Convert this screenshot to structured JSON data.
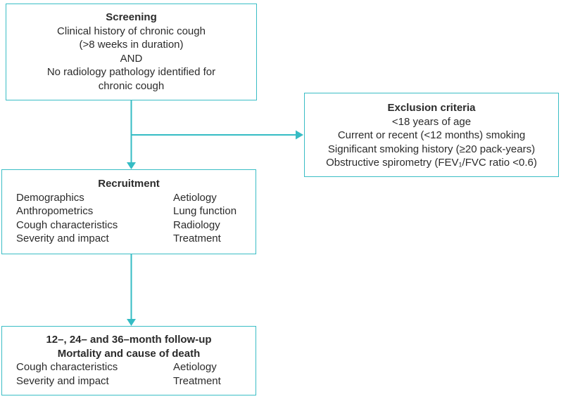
{
  "colors": {
    "box_border": "#3abdc5",
    "arrow": "#35bcc4",
    "text": "#2b2b2b",
    "background": "#ffffff"
  },
  "flowchart": {
    "screening": {
      "title": "Screening",
      "lines": [
        "Clinical history of chronic cough",
        "(>8 weeks in duration)",
        "AND",
        "No radiology pathology identified for",
        "chronic cough"
      ]
    },
    "exclusion": {
      "title": "Exclusion criteria",
      "lines": [
        "<18 years of age",
        "Current or recent (<12 months) smoking",
        "Significant smoking history (≥20 pack-years)",
        "Obstructive spirometry (FEV₁/FVC ratio <0.6)"
      ]
    },
    "recruitment": {
      "title": "Recruitment",
      "left_column": [
        "Demographics",
        "Anthropometrics",
        "Cough characteristics",
        "Severity and impact"
      ],
      "right_column": [
        "Aetiology",
        "Lung function",
        "Radiology",
        "Treatment"
      ]
    },
    "followup": {
      "title_line1": "12–, 24– and 36–month follow-up",
      "title_line2": "Mortality and cause of death",
      "left_column": [
        "Cough characteristics",
        "Severity and impact"
      ],
      "right_column": [
        "Aetiology",
        "Treatment"
      ]
    }
  }
}
